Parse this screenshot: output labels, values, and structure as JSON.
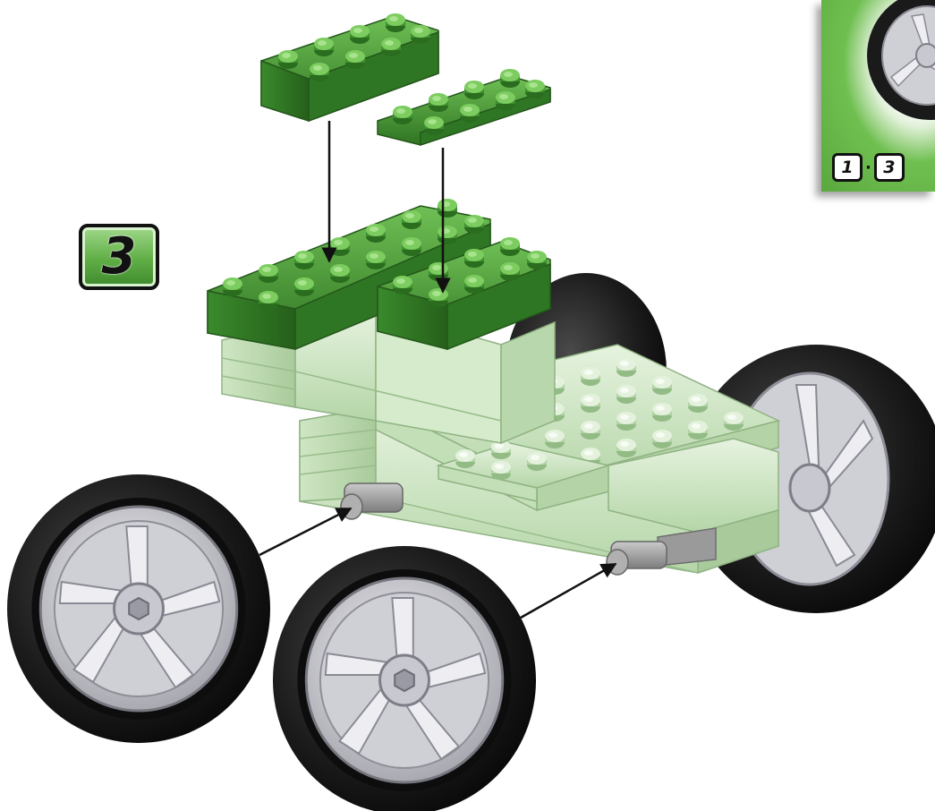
{
  "step": {
    "number": "3"
  },
  "inset": {
    "quantity": "1",
    "separator": "·",
    "step_ref": "3",
    "part_icon": "wheel-icon"
  },
  "colors": {
    "brick_dark_green": "#3e8b2f",
    "brick_light_green": "#c9e3bd",
    "tire": "#1a1a1a",
    "rim": "#b9b9c0",
    "axle": "#9a9a9a",
    "badge_green": "#5fae45"
  }
}
